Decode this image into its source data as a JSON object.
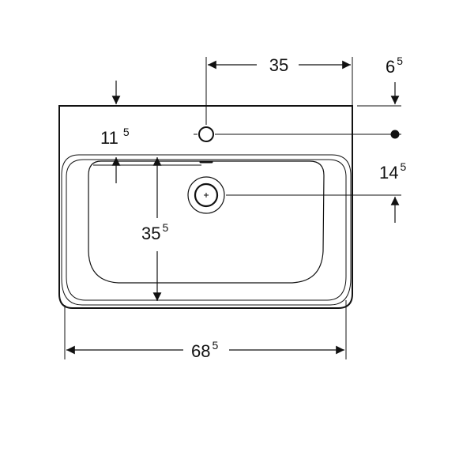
{
  "colors": {
    "line": "#111111",
    "background": "#ffffff"
  },
  "dimensions": {
    "top_width": {
      "value": "35"
    },
    "top_offset": {
      "value": "6",
      "superscript": "5"
    },
    "rim_depth": {
      "value": "11",
      "superscript": "5"
    },
    "right_height": {
      "value": "14",
      "superscript": "5"
    },
    "bowl_depth": {
      "value": "35",
      "superscript": "5"
    },
    "overall_width": {
      "value": "68",
      "superscript": "5"
    }
  },
  "icons": {
    "tap_hole": "tap-hole-icon",
    "drain": "drain-icon",
    "reference_point": "reference-point-icon"
  }
}
